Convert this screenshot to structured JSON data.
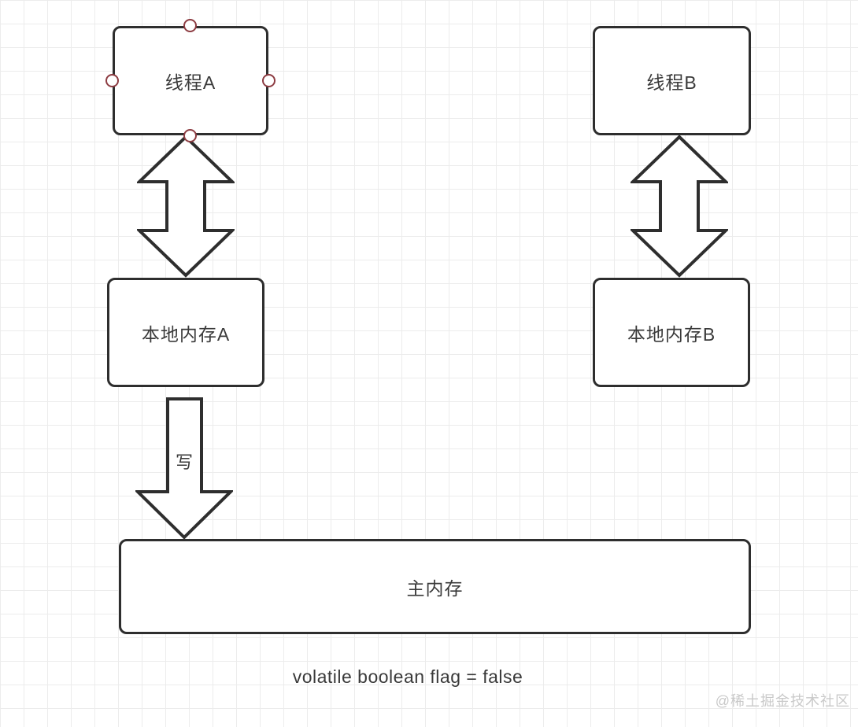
{
  "diagram": {
    "nodes": [
      {
        "id": "thread-a",
        "label": "线程A",
        "selected": true
      },
      {
        "id": "thread-b",
        "label": "线程B",
        "selected": false
      },
      {
        "id": "local-memory-a",
        "label": "本地内存A",
        "selected": false
      },
      {
        "id": "local-memory-b",
        "label": "本地内存B",
        "selected": false
      },
      {
        "id": "main-memory",
        "label": "主内存",
        "selected": false
      }
    ],
    "edges": [
      {
        "from": "thread-a",
        "to": "local-memory-a",
        "type": "double-arrow",
        "label": ""
      },
      {
        "from": "thread-b",
        "to": "local-memory-b",
        "type": "double-arrow",
        "label": ""
      },
      {
        "from": "local-memory-a",
        "to": "main-memory",
        "type": "down-arrow",
        "label": "写"
      }
    ],
    "caption": "volatile boolean flag = false",
    "watermark": "@稀土掘金技术社区",
    "colors": {
      "stroke": "#2e2e2e",
      "text": "#3a3a3a",
      "handle": "#8d3c42",
      "grid": "#ececec",
      "watermark": "#c9c9c9"
    }
  }
}
